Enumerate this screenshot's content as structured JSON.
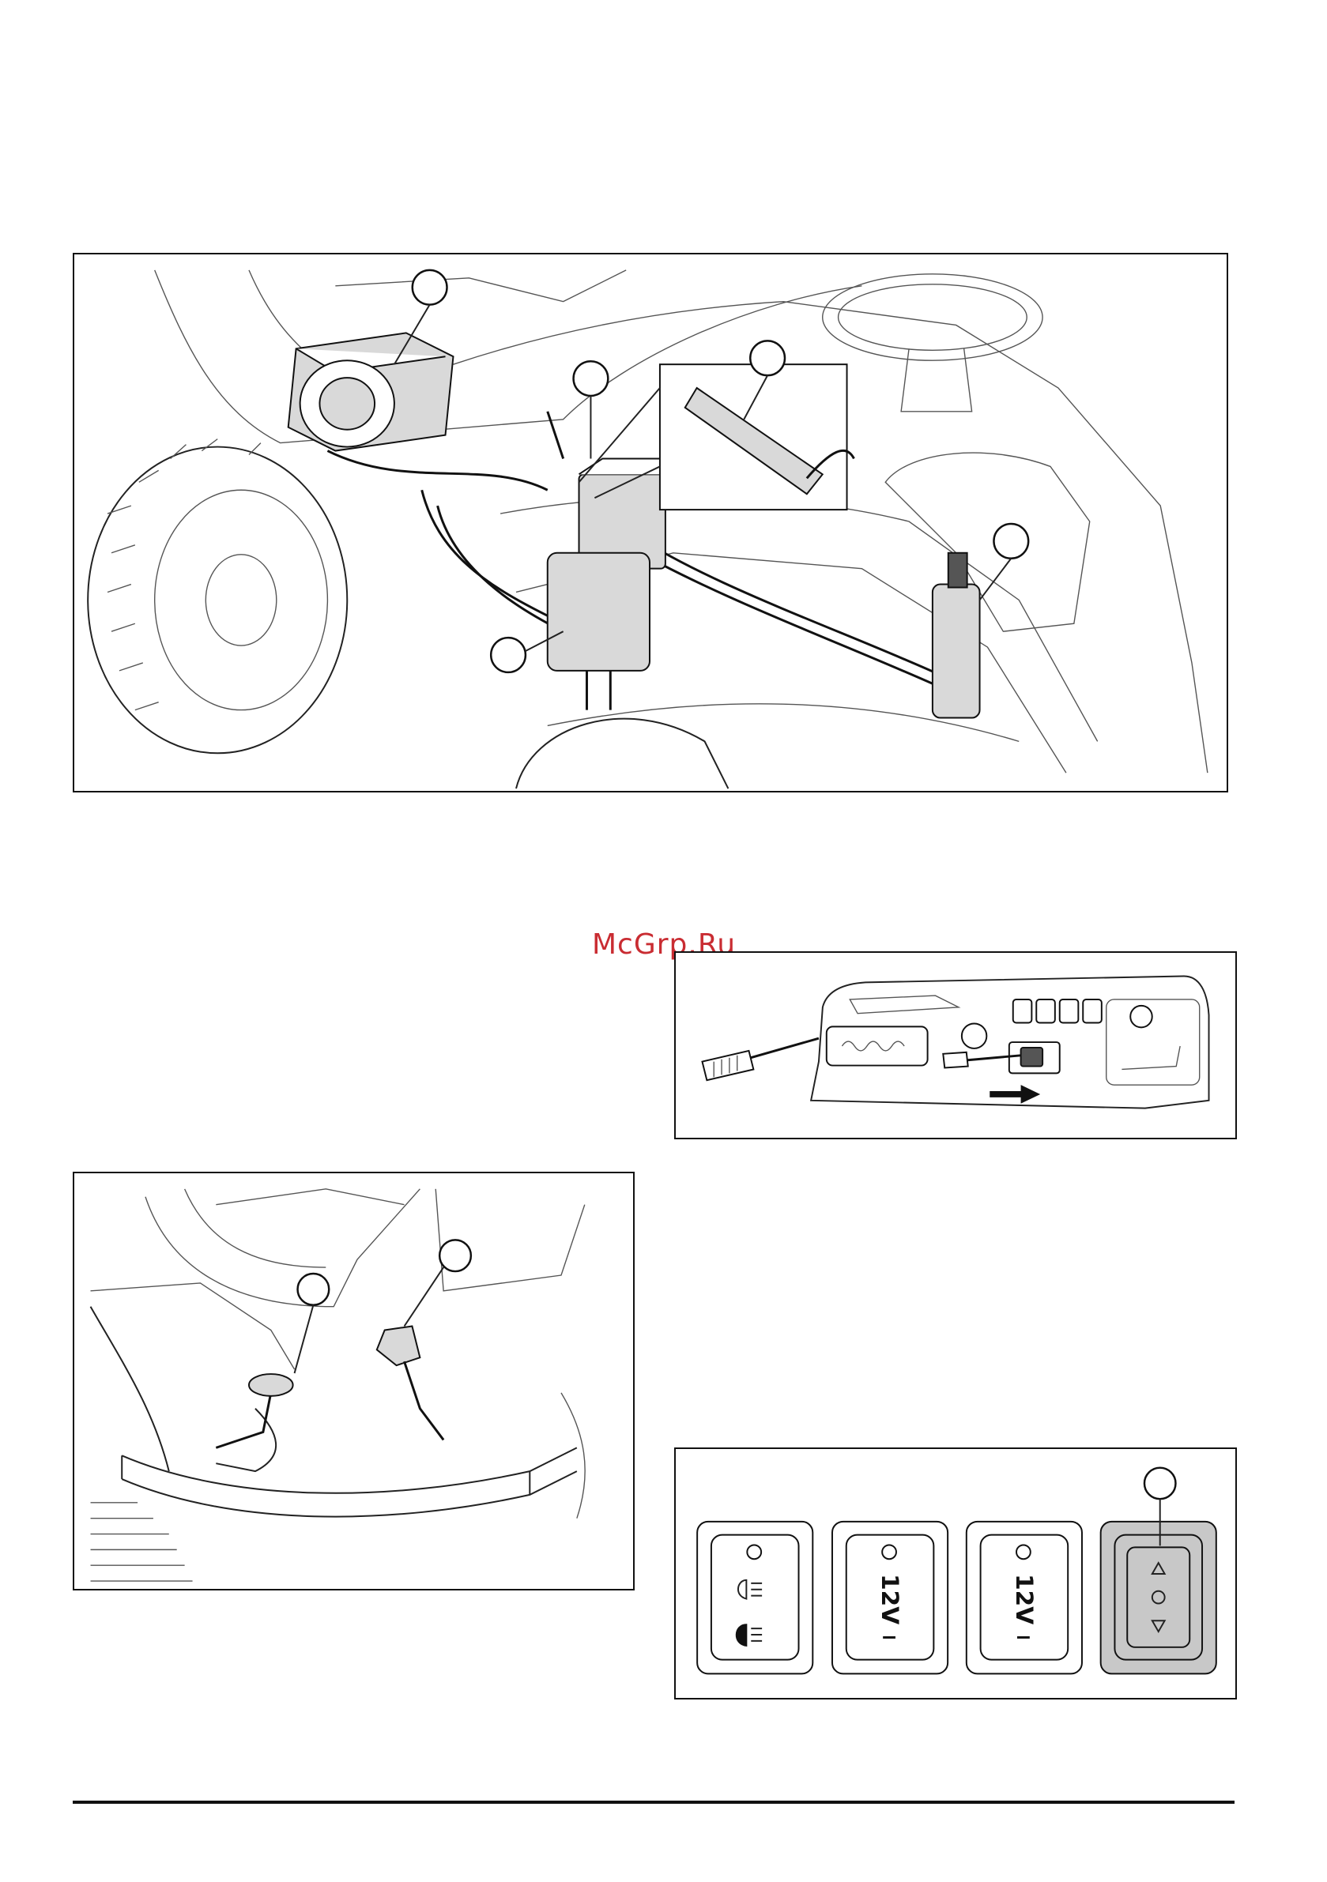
{
  "watermark": "McGrp.Ru",
  "switch_panel": {
    "socket_1_label": "12V",
    "socket_2_label": "12V",
    "switches": [
      {
        "name": "light-switch",
        "icon": "headlight-icon"
      },
      {
        "name": "socket-12v-1",
        "icon": "power-socket-icon"
      },
      {
        "name": "socket-12v-2",
        "icon": "power-socket-icon"
      },
      {
        "name": "lift-switch",
        "icon": "up-down-arrows-icon",
        "highlight": "#c8c8c8"
      }
    ]
  },
  "colors": {
    "watermark": "#c4161c",
    "line": "#111111",
    "highlight": "#c8c8c8"
  }
}
